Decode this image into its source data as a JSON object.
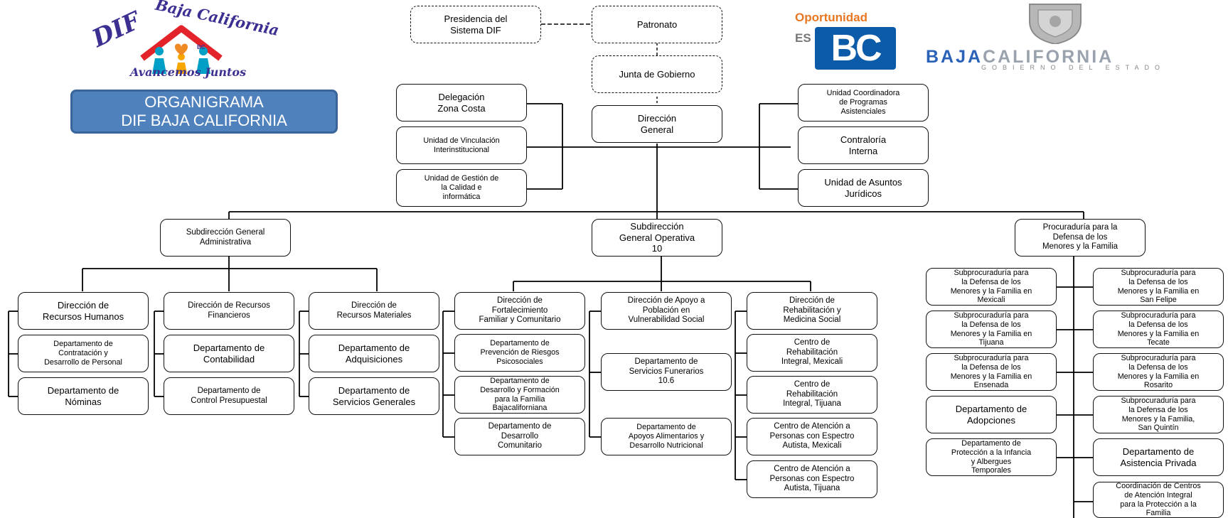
{
  "logos": {
    "dif_brand": "DIF",
    "dif_region": "Baja California",
    "dif_slogan": "Avancemos Juntos",
    "bc_mark": "BC",
    "oportunidad": "Oportunidad",
    "es": "ES",
    "bc_big": "BC",
    "baja": "BAJA",
    "california": "CALIFORNIA",
    "gobierno": "GOBIERNO DEL ESTADO"
  },
  "chart": {
    "title": "ORGANIGRAMA\nDIF BAJA CALIFORNIA"
  },
  "nodes": {
    "presidencia": "Presidencia del\nSistema DIF",
    "patronato": "Patronato",
    "junta": "Junta de Gobierno",
    "direccion_general": "Dirección\nGeneral",
    "delegacion": "Delegación\nZona Costa",
    "vinculacion": "Unidad de Vinculación\nInterinstitucional",
    "gestion": "Unidad de Gestión de\nla  Calidad e\ninformática",
    "coordinadora": "Unidad Coordinadora\nde Programas\nAsistenciales",
    "contraloria": "Contraloría\nInterna",
    "juridicos": "Unidad de Asuntos\nJurídicos",
    "sub_admin": "Subdirección General\nAdministrativa",
    "sub_oper": "Subdirección\nGeneral Operativa\n10",
    "procuraduria": "Procuraduría para  la\nDefensa de los\nMenores y la Familia",
    "rrhh": "Dirección de\nRecursos Humanos",
    "contratacion": "Departamento de\nContratación y\nDesarrollo de Personal",
    "nominas": "Departamento de\nNóminas",
    "rrff": "Dirección de Recursos\nFinancieros",
    "contabilidad": "Departamento de\nContabilidad",
    "presupuestal": "Departamento de\nControl Presupuestal",
    "rrmm": "Dirección de\nRecursos Materiales",
    "adquisiciones": "Departamento de\nAdquisiciones",
    "servicios_generales": "Departamento de\nServicios Generales",
    "fortalecimiento": "Dirección de\nFortalecimiento\nFamiliar y Comunitario",
    "prevencion": "Departamento de\nPrevención de Riesgos\nPsicosociales",
    "formacion": "Departamento de\nDesarrollo y Formación\npara la Familia\nBajacaliforniana",
    "desarrollo_comunitario": "Departamento de\nDesarrollo\nComunitario",
    "apoyo": "Dirección de Apoyo a\nPoblación en\nVulnerabilidad Social",
    "funerarios": "Departamento de\nServicios Funerarios\n10.6",
    "alimentarios": "Departamento de\nApoyos Alimentarios y\nDesarrollo Nutricional",
    "rehabilitacion": "Dirección de\nRehabilitación y\nMedicina Social",
    "cri_mexicali": "Centro de\nRehabilitación\nIntegral, Mexicali",
    "cri_tijuana": "Centro de\nRehabilitación\nIntegral, Tijuana",
    "autista_mexicali": "Centro de Atención a\nPersonas con Espectro\nAutista, Mexicali",
    "autista_tijuana": "Centro de Atención a\nPersonas con Espectro\nAutista, Tijuana",
    "sub_mexicali": "Subprocuraduría para\nla Defensa de los\nMenores y la Familia en\nMexicali",
    "sub_tijuana": "Subprocuraduría para\nla Defensa de los\nMenores y la Familia en\nTijuana",
    "sub_ensenada": "Subprocuraduría para\nla Defensa de los\nMenores y la Familia en\nEnsenada",
    "adopciones": "Departamento de\nAdopciones",
    "proteccion": "Departamento de\nProtección a la Infancia\ny Albergues\nTemporales",
    "sub_sanfelipe": "Subprocuraduría para\nla Defensa de los\nMenores y la Familia en\nSan Felipe",
    "sub_tecate": "Subprocuraduría para\nla Defensa de los\nMenores y la Familia en\nTecate",
    "sub_rosarito": "Subprocuraduría para\nla Defensa de los\nMenores y la Familia en\nRosarito",
    "sub_sanquintin": "Subprocuraduría para\nla Defensa de los\nMenores y la Familia,\nSan Quintín",
    "asistencia_privada": "Departamento  de\nAsistencia Privada",
    "coordinacion_centros": "Coordinación de Centros\nde  Atención  Integral\npara la Protección a la\nFamilia"
  }
}
